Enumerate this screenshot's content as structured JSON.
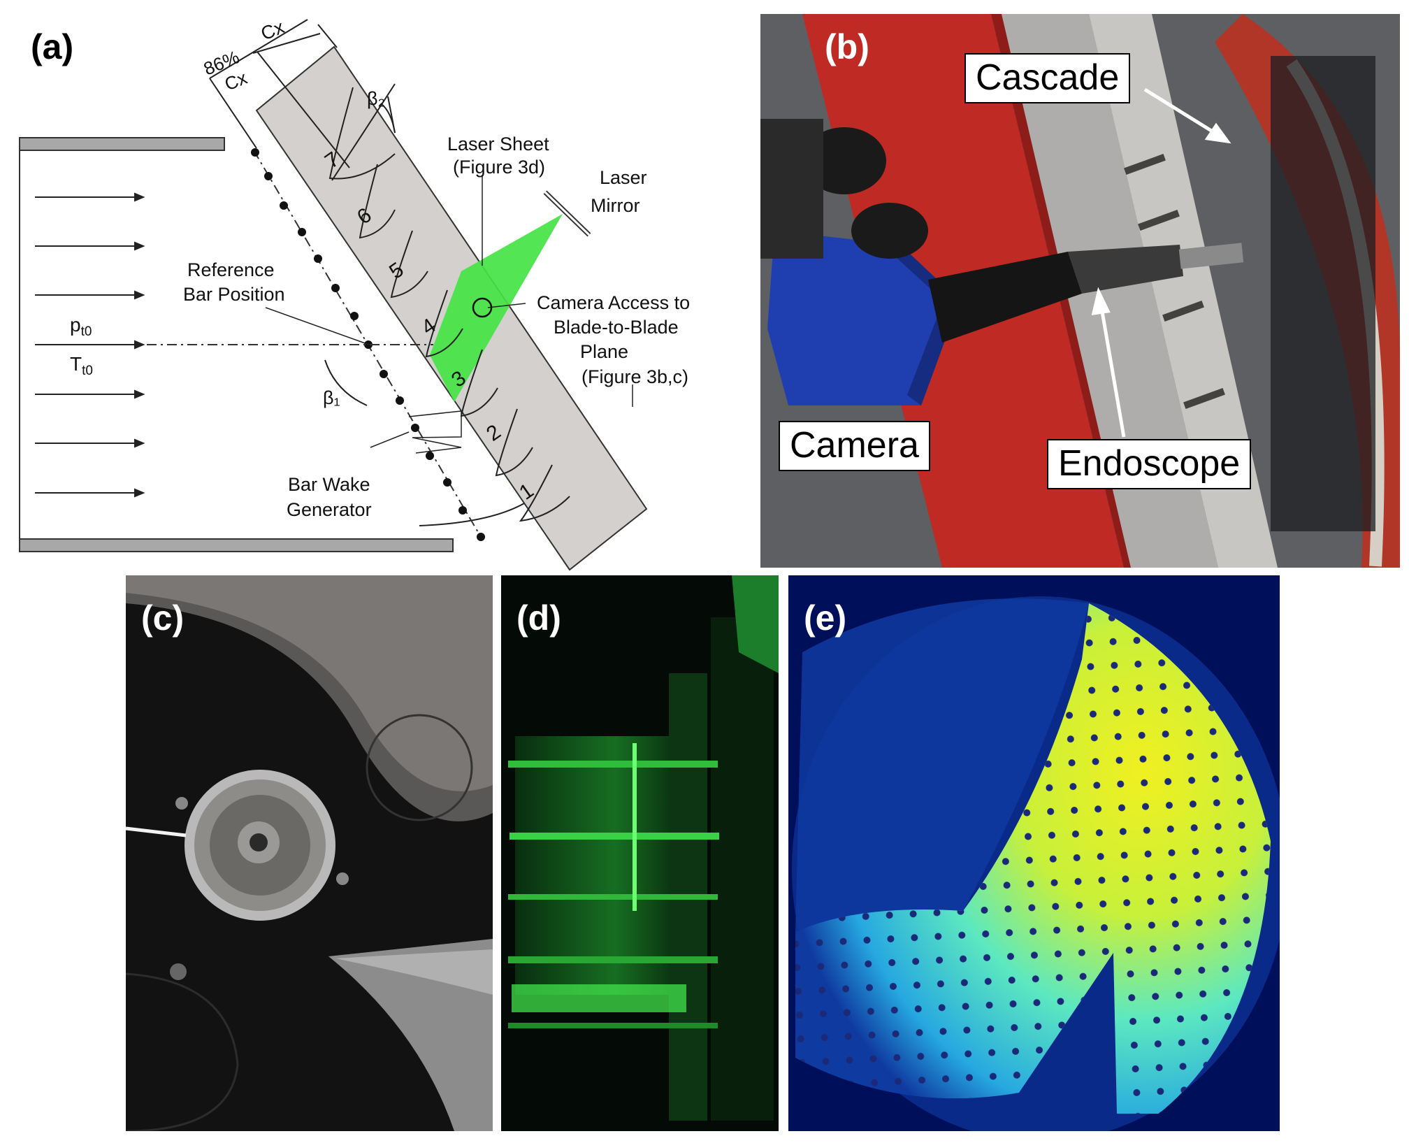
{
  "panels": {
    "a": {
      "letter": "(a)",
      "labels": {
        "cx_top": "Cx",
        "pct86": "86%",
        "cx_left": "Cx",
        "beta2": "β₂",
        "laser_sheet_1": "Laser Sheet",
        "laser_sheet_2": "(Figure 3d)",
        "laser_mirror_1": "Laser",
        "laser_mirror_2": "Mirror",
        "ref_bar_1": "Reference",
        "ref_bar_2": "Bar Position",
        "camera_access_1": "Camera Access to",
        "camera_access_2": "Blade-to-Blade",
        "camera_access_3": "Plane",
        "camera_access_4": "(Figure 3b,c)",
        "pt0": "p",
        "pt0_sub": "t0",
        "tt0": "T",
        "tt0_sub": "t0",
        "beta1": "β₁",
        "bar_wake_1": "Bar Wake",
        "bar_wake_2": "Generator"
      },
      "blade_numbers": [
        "1",
        "2",
        "3",
        "4",
        "5",
        "6",
        "7"
      ]
    },
    "b": {
      "letter": "(b)",
      "callouts": {
        "cascade": "Cascade",
        "camera": "Camera",
        "endoscope": "Endoscope"
      }
    },
    "c": {
      "letter": "(c)"
    },
    "d": {
      "letter": "(d)"
    },
    "e": {
      "letter": "(e)"
    }
  },
  "colors": {
    "cascade_gray": "#d3d0cd",
    "laser_green": "#44e344",
    "frame_red": "#c02a24",
    "camera_blue": "#1f3fb0",
    "heat_yellow": "#f0f020",
    "heat_cyan": "#3fe0d0",
    "heat_navy": "#001070"
  }
}
